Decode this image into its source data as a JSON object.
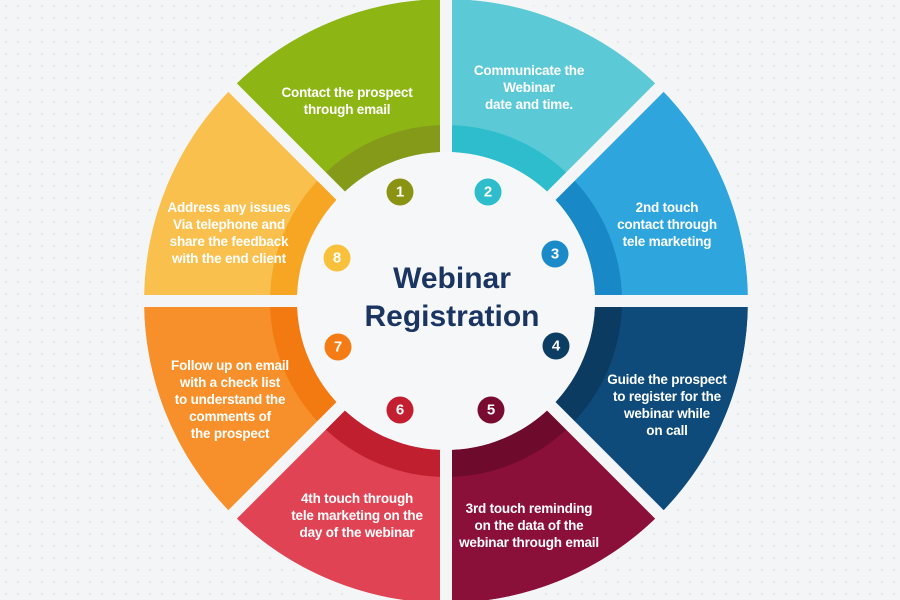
{
  "title": {
    "line1": "Webinar",
    "line2": "Registration"
  },
  "colors": {
    "title": "#1b3563",
    "background": "#f4f5f7"
  },
  "steps": [
    {
      "number": "1",
      "lines": [
        "Contact the prospect",
        "through email"
      ],
      "color": "#8db514",
      "dark": "#869a1a",
      "badge": "#8a9412"
    },
    {
      "number": "2",
      "lines": [
        "Communicate the",
        "Webinar",
        "date and time."
      ],
      "color": "#5ccad6",
      "dark": "#2dbdcc",
      "badge": "#2dbdcc"
    },
    {
      "number": "3",
      "lines": [
        "2nd touch",
        "contact through",
        "tele marketing"
      ],
      "color": "#2fa5de",
      "dark": "#1888c6",
      "badge": "#1a8bc8"
    },
    {
      "number": "4",
      "lines": [
        "Guide the prospect",
        "to register for the",
        "webinar while",
        "on call"
      ],
      "color": "#0e4b7a",
      "dark": "#0b3b61",
      "badge": "#0c3d63"
    },
    {
      "number": "5",
      "lines": [
        "3rd touch reminding",
        "on the data of the",
        "webinar through email"
      ],
      "color": "#8b1039",
      "dark": "#6e0a2c",
      "badge": "#7a0b30"
    },
    {
      "number": "6",
      "lines": [
        "4th touch through",
        "tele marketing on the",
        "day of the webinar"
      ],
      "color": "#e04454",
      "dark": "#c01f2f",
      "badge": "#c41f30"
    },
    {
      "number": "7",
      "lines": [
        "Follow up on email",
        "with a check list",
        "to understand the",
        "comments of",
        "the prospect"
      ],
      "color": "#f7902a",
      "dark": "#f27a10",
      "badge": "#f57c14"
    },
    {
      "number": "8",
      "lines": [
        "Address any issues",
        "Via telephone and",
        "share the feedback",
        "with the end client"
      ],
      "color": "#f9c04e",
      "dark": "#f6a623",
      "badge": "#f9c13b"
    }
  ]
}
